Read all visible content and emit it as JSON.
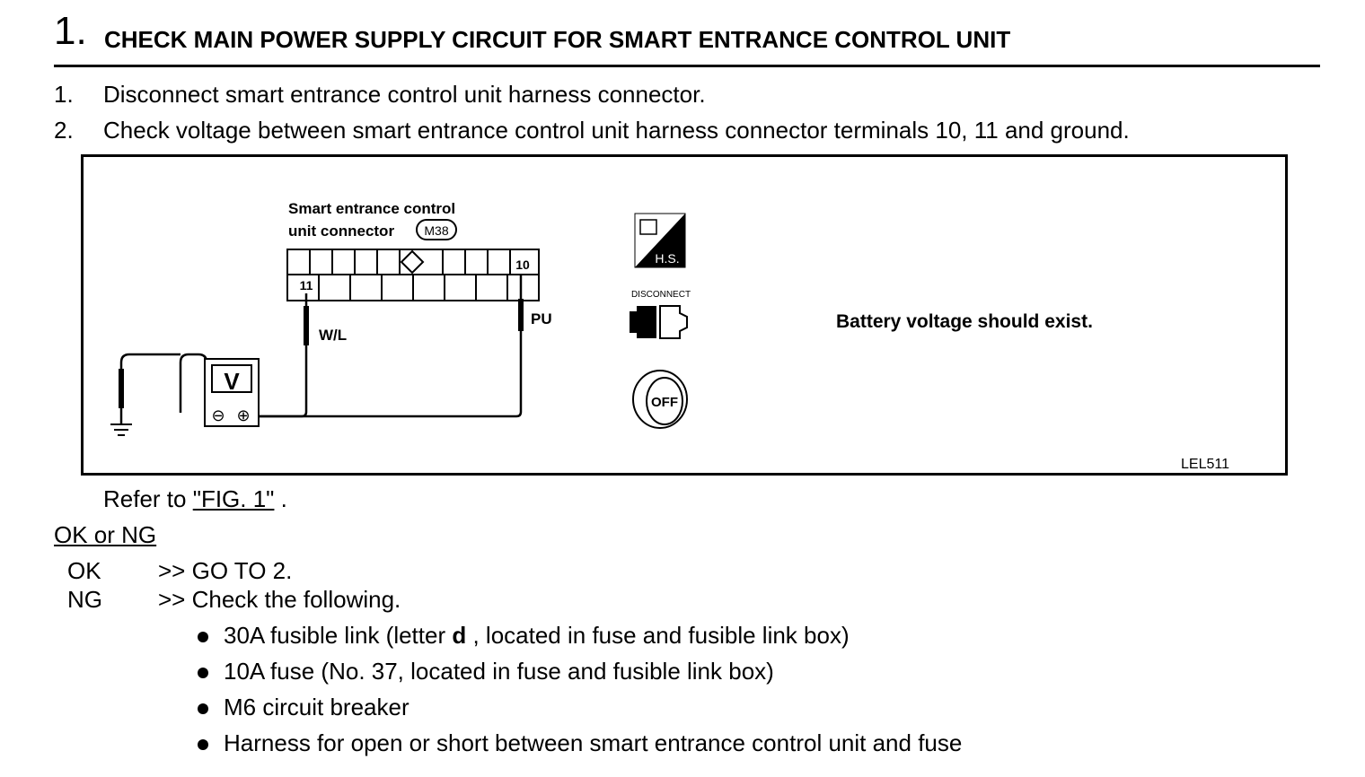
{
  "header": {
    "step_number": "1.",
    "title": "CHECK MAIN POWER SUPPLY CIRCUIT FOR SMART ENTRANCE CONTROL UNIT"
  },
  "instructions": [
    {
      "num": "1.",
      "text": "Disconnect smart entrance control unit harness connector."
    },
    {
      "num": "2.",
      "text": "Check voltage between smart entrance control unit harness connector terminals 10, 11 and ground."
    }
  ],
  "diagram": {
    "connector_label_line1": "Smart entrance control",
    "connector_label_line2": "unit connector",
    "connector_code": "M38",
    "terminal_a": "11",
    "terminal_b": "10",
    "wire_a_color": "W/L",
    "wire_b_color": "PU",
    "meter_symbol": "V",
    "meter_minus": "⊖",
    "meter_plus": "⊕",
    "hs_label": "H.S.",
    "disconnect_label": "DISCONNECT",
    "ignition_label": "OFF",
    "spec": "Battery voltage should exist.",
    "figure_code": "LEL511"
  },
  "reference": {
    "prefix": "Refer to ",
    "link": "\"FIG. 1\"",
    "suffix": " ."
  },
  "result": {
    "heading": "OK or NG",
    "ok_key": "OK",
    "ok_action": ">> GO TO 2.",
    "ng_key": "NG",
    "ng_action": ">> Check the following."
  },
  "checks": {
    "item1_before": "30A fusible link (letter ",
    "item1_bold": "d",
    "item1_after": " , located in fuse and fusible link box)",
    "item2": "10A fuse (No. 37, located in fuse and fusible link box)",
    "item3": "M6 circuit breaker",
    "item4": "Harness for open or short between smart entrance control unit and fuse"
  }
}
